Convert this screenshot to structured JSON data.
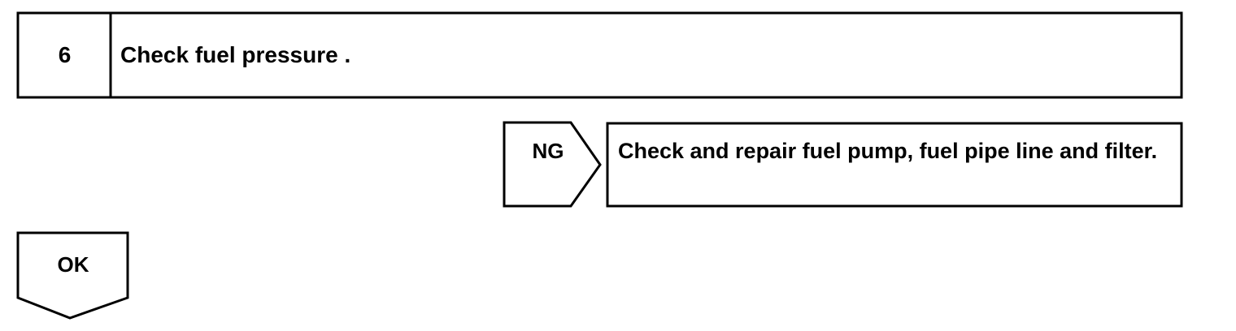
{
  "step": {
    "number": "6",
    "title": "Check fuel pressure ."
  },
  "ng_branch": {
    "label": "NG",
    "action": "Check and repair fuel pump, fuel pipe line and filter."
  },
  "ok_branch": {
    "label": "OK"
  }
}
